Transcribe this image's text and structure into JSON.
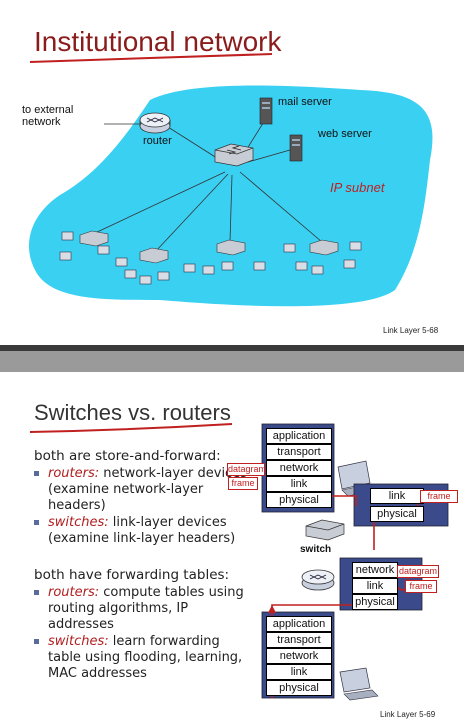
{
  "slide1": {
    "title": "Institutional network",
    "to_external_network": "to external\nnetwork",
    "router_label": "router",
    "mail_server_label": "mail server",
    "web_server_label": "web server",
    "subnet_label": "IP subnet",
    "footer": "Link Layer  5-68"
  },
  "slide2": {
    "title": "Switches vs. routers",
    "both_store": "both are store-and-forward:",
    "store_bullets": [
      {
        "term": "routers:",
        "rest": " network-layer devices (examine network-layer headers)"
      },
      {
        "term": "switches:",
        "rest": " link-layer devices (examine link-layer headers)"
      }
    ],
    "both_tables": "both have forwarding tables:",
    "table_bullets": [
      {
        "term": "routers:",
        "rest": " compute tables using routing algorithms, IP addresses"
      },
      {
        "term": "switches:",
        "rest": " learn forwarding table using flooding, learning, MAC addresses"
      }
    ],
    "stack_top": [
      "application",
      "transport",
      "network",
      "link",
      "physical"
    ],
    "stack_bottom": [
      "application",
      "transport",
      "network",
      "link",
      "physical"
    ],
    "switch_stack": [
      "link",
      "physical"
    ],
    "router_stack": [
      "network",
      "link",
      "physical"
    ],
    "datagram": "datagram",
    "frame": "frame",
    "switch_label": "switch",
    "footer": "Link Layer  5-69"
  },
  "colors": {
    "title_red": "#8a1c1c",
    "subnet_fill": "#3ad0f2",
    "accent_red": "#c02020"
  }
}
